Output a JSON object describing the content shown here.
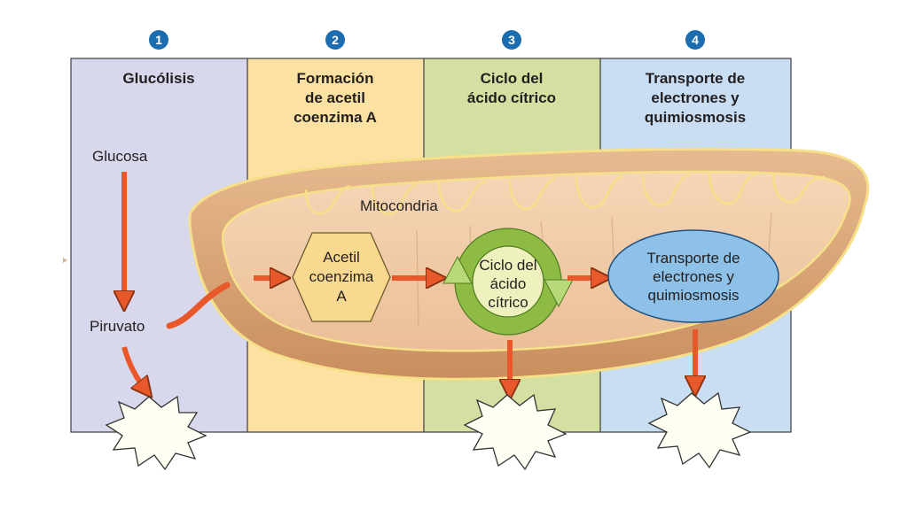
{
  "steps": [
    {
      "number": "1",
      "title": [
        "Glucólisis"
      ],
      "color": "#d8d8ec"
    },
    {
      "number": "2",
      "title": [
        "Formación",
        "de acetil",
        "coenzima A"
      ],
      "color": "#fbe2a3"
    },
    {
      "number": "3",
      "title": [
        "Ciclo del",
        "ácido cítrico"
      ],
      "color": "#d3e0a2"
    },
    {
      "number": "4",
      "title": [
        "Transporte de",
        "electrones y",
        "quimiosmosis"
      ],
      "color": "#c9def2"
    }
  ],
  "labels": {
    "glucose": "Glucosa",
    "pyruvate": "Piruvato",
    "mitochondrion": "Mitocondria",
    "acetyl_coa": [
      "Acetil",
      "coenzima",
      "A"
    ],
    "citric_cycle": [
      "Ciclo del",
      "ácido",
      "cítrico"
    ],
    "electron_transport": [
      "Transporte de",
      "electrones y",
      "quimiosmosis"
    ]
  },
  "colors": {
    "badge": "#1c6cb1",
    "arrow": "#e8582a",
    "mitochondrion_outer": "#d9a77a",
    "mitochondrion_inner": "#f0c9a3",
    "acetyl_hexagon": "#f9d98f",
    "cycle_ring": "#8dbb43",
    "transport_ellipse": "#8ec1e8"
  }
}
